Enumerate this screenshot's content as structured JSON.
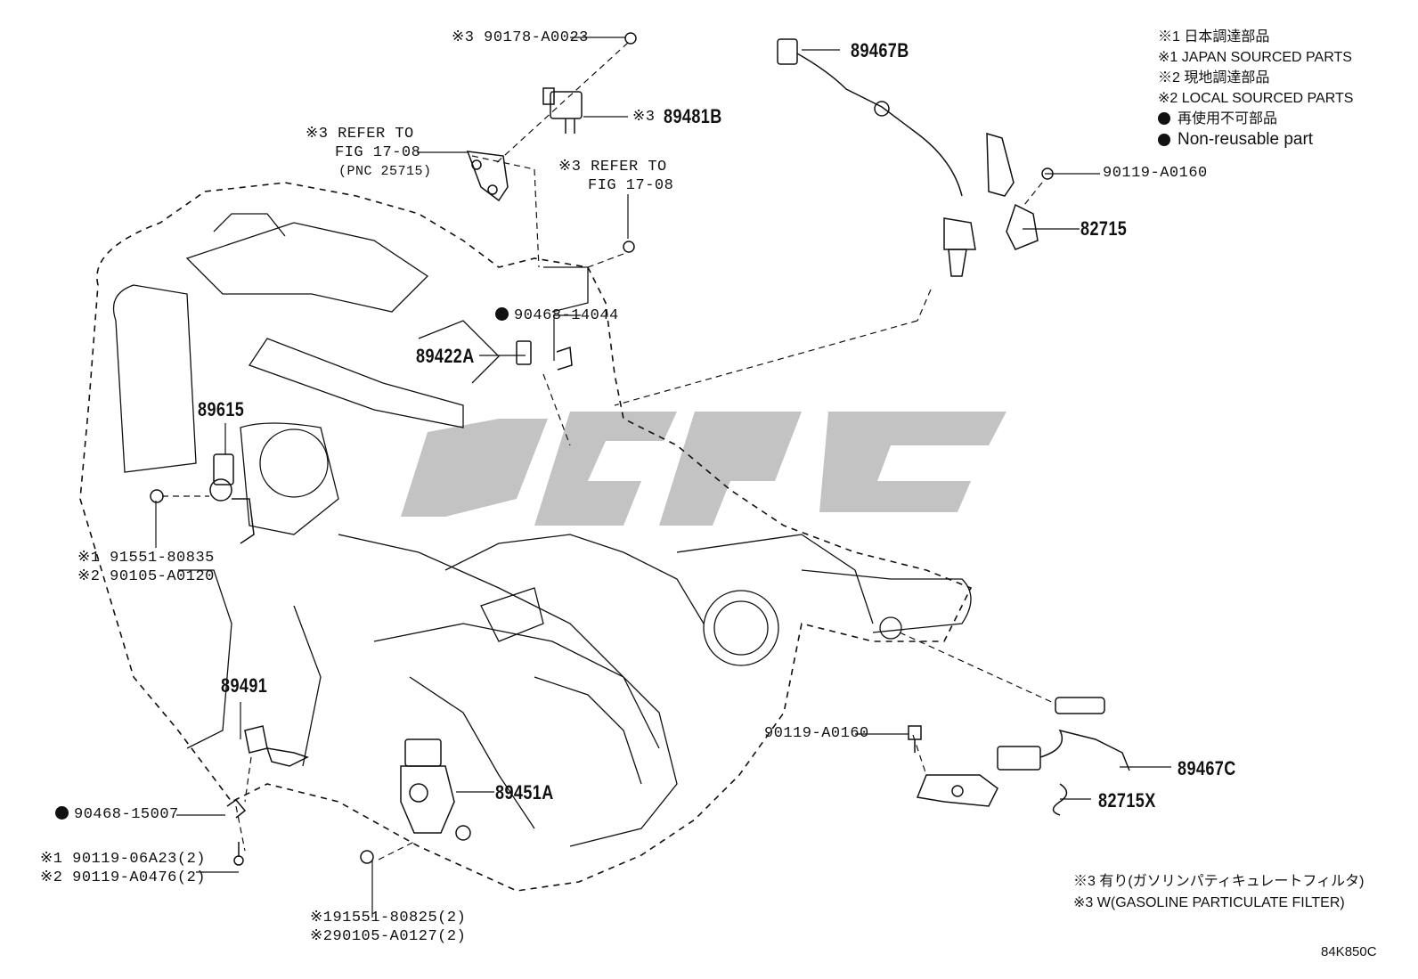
{
  "legend": [
    {
      "marker": "※1",
      "text": "日本調達部品"
    },
    {
      "marker": "※1",
      "text": "JAPAN SOURCED PARTS"
    },
    {
      "marker": "※2",
      "text": "現地調達部品"
    },
    {
      "marker": "※2",
      "text": "LOCAL SOURCED PARTS"
    },
    {
      "marker": "dot",
      "text": "再使用不可部品"
    },
    {
      "marker": "dot",
      "text": "Non-reusable part"
    }
  ],
  "footnote": [
    {
      "marker": "※3",
      "text": "有り(ガソリンパティキュレートフィルタ)"
    },
    {
      "marker": "※3",
      "text": "W(GASOLINE PARTICULATE FILTER)"
    }
  ],
  "diagram_code": "84K850C",
  "labels": {
    "p90178": "※3 90178-A0023",
    "p89481b": "※3",
    "p89481b_num": "89481B",
    "refer1_a": "※3 REFER TO",
    "refer1_b": "FIG 17-08",
    "refer1_c": "(PNC 25715)",
    "refer2_a": "※3 REFER TO",
    "refer2_b": "FIG 17-08",
    "p89467b": "89467B",
    "p90119_top": "90119-A0160",
    "p82715": "82715",
    "p90468_14044": "90468-14044",
    "p89422a": "89422A",
    "p89615": "89615",
    "p91551_80835": "※1 91551-80835",
    "p90105_a0120": "※2 90105-A0120",
    "p89491": "89491",
    "p90468_15007": "90468-15007",
    "p90119_06a23": "※1 90119-06A23(2)",
    "p90119_a0476": "※2 90119-A0476(2)",
    "p89451a": "89451A",
    "p91551_80825": "※191551-80825(2)",
    "p90105_a0127": "※290105-A0127(2)",
    "p90119_mid": "90119-A0160",
    "p89467c": "89467C",
    "p82715x": "82715X"
  }
}
